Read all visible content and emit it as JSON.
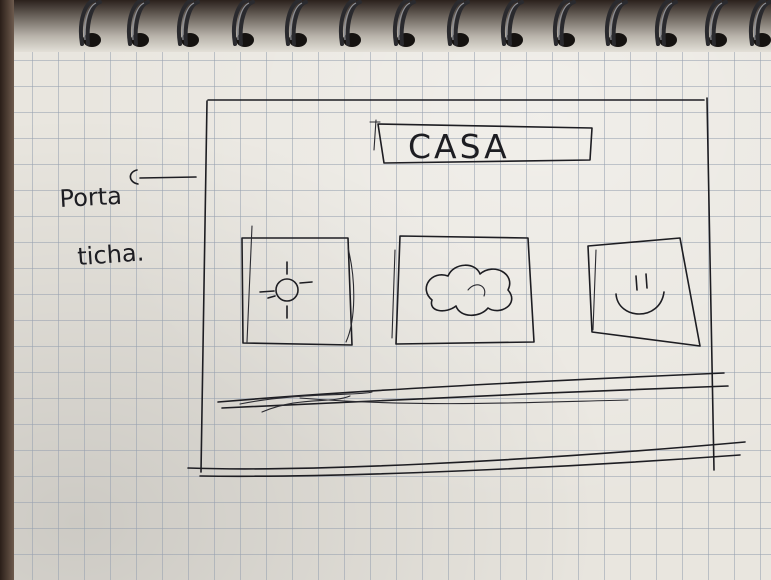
{
  "sketch": {
    "title_box_text": "CASA",
    "side_note_line1": "Porta",
    "side_note_line2": "ticha."
  },
  "icons": {
    "left": "sun-icon",
    "center": "cloud-icon",
    "right": "smiley-icon"
  },
  "colors": {
    "ink": "#1d1d22",
    "paper": "#e9e6df",
    "grid": "#96a0af"
  }
}
